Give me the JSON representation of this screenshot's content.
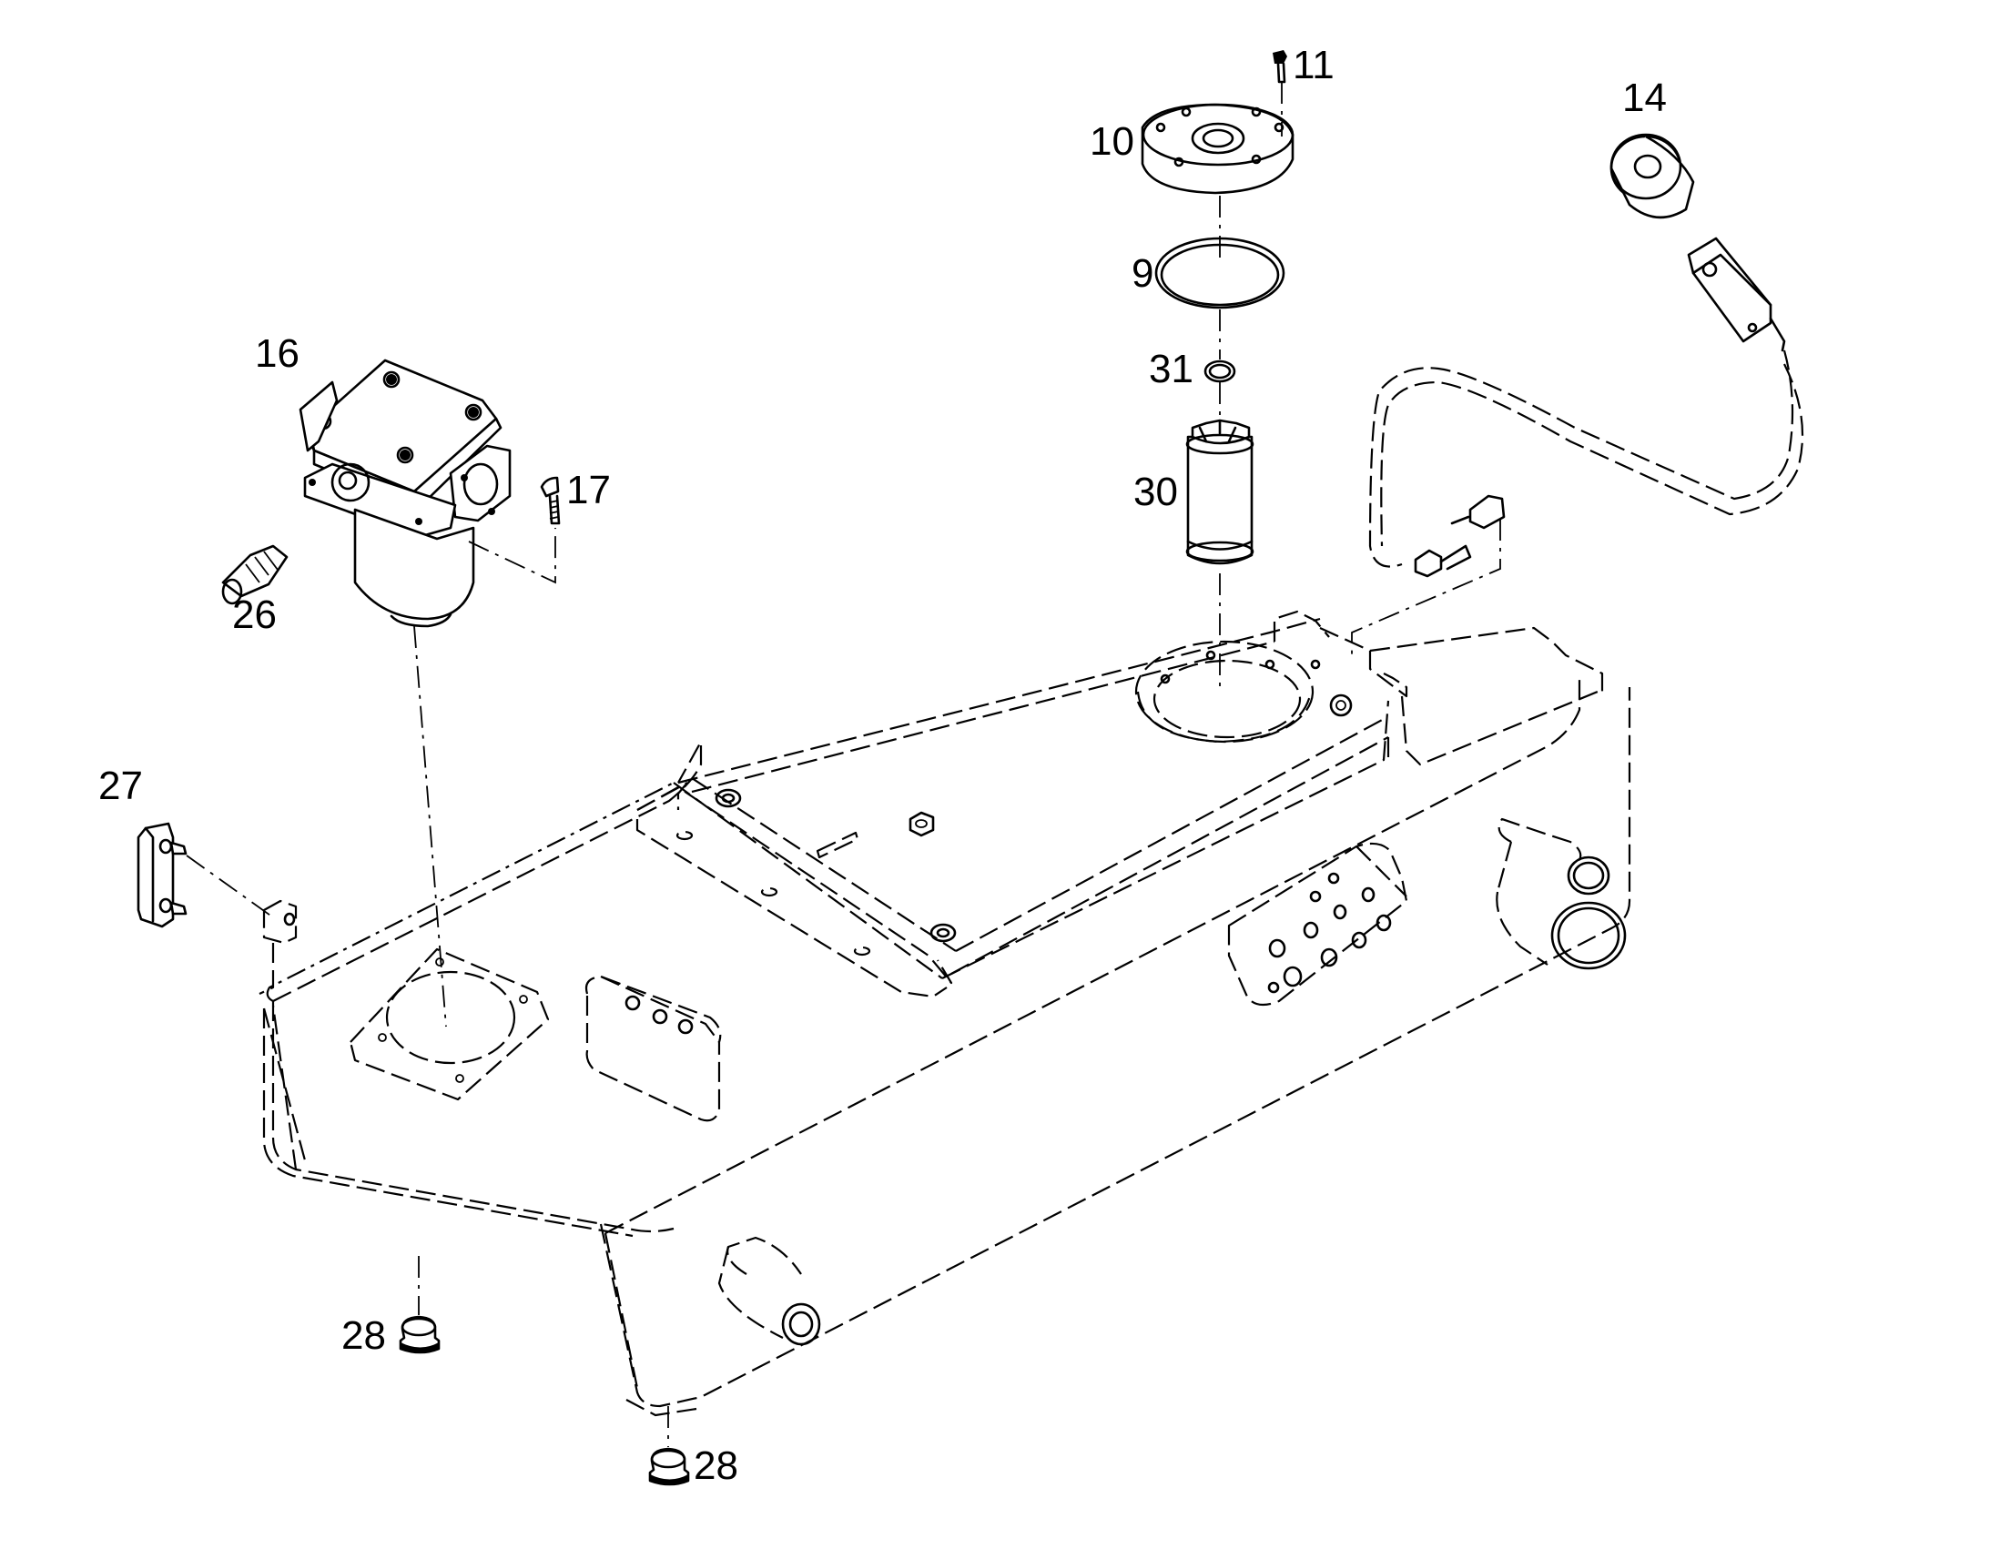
{
  "callouts": {
    "c11": "11",
    "c10": "10",
    "c9": "9",
    "c31": "31",
    "c30": "30",
    "c14": "14",
    "c16": "16",
    "c17": "17",
    "c26": "26",
    "c27": "27",
    "c28a": "28",
    "c28b": "28"
  },
  "colors": {
    "line": "#000000",
    "background": "#ffffff"
  }
}
